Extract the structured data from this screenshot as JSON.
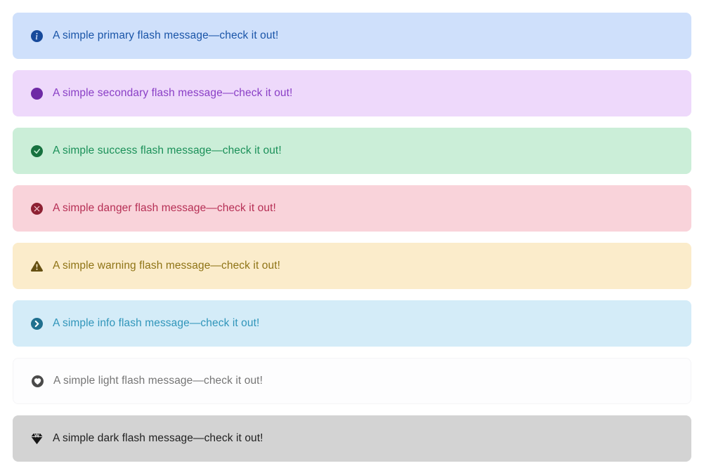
{
  "page": {
    "background": "#ffffff",
    "description": "Stack of flash message alerts"
  },
  "alerts": [
    {
      "variant": "primary",
      "message": "A simple primary flash message—check it out!",
      "icon": "info-circle-icon",
      "colors": {
        "background": "#cfe0fb",
        "text": "#1a55a8",
        "icon": "#174a9b"
      }
    },
    {
      "variant": "secondary",
      "message": "A simple secondary flash message—check it out!",
      "icon": "circle-icon",
      "colors": {
        "background": "#eed9fb",
        "text": "#8a3fc6",
        "icon": "#6e2aa5"
      }
    },
    {
      "variant": "success",
      "message": "A simple success flash message—check it out!",
      "icon": "check-circle-icon",
      "colors": {
        "background": "#cbeed8",
        "text": "#1b9059",
        "icon": "#17713f"
      }
    },
    {
      "variant": "danger",
      "message": "A simple danger flash message—check it out!",
      "icon": "x-circle-icon",
      "colors": {
        "background": "#f9d3da",
        "text": "#b62f55",
        "icon": "#8e2133"
      }
    },
    {
      "variant": "warning",
      "message": "A simple warning flash message—check it out!",
      "icon": "exclamation-triangle-icon",
      "colors": {
        "background": "#fbeccb",
        "text": "#8f7416",
        "icon": "#655012"
      }
    },
    {
      "variant": "info",
      "message": "A simple info flash message—check it out!",
      "icon": "chevron-right-circle-icon",
      "colors": {
        "background": "#d4ecf8",
        "text": "#3095ba",
        "icon": "#20708f"
      }
    },
    {
      "variant": "light",
      "message": "A simple light flash message—check it out!",
      "icon": "heart-circle-icon",
      "colors": {
        "background": "#fdfdfe",
        "text": "#757575",
        "icon": "#4a4a4a"
      }
    },
    {
      "variant": "dark",
      "message": "A simple dark flash message—check it out!",
      "icon": "gem-icon",
      "colors": {
        "background": "#d3d3d3",
        "text": "#1f1f1f",
        "icon": "#161616"
      }
    }
  ]
}
